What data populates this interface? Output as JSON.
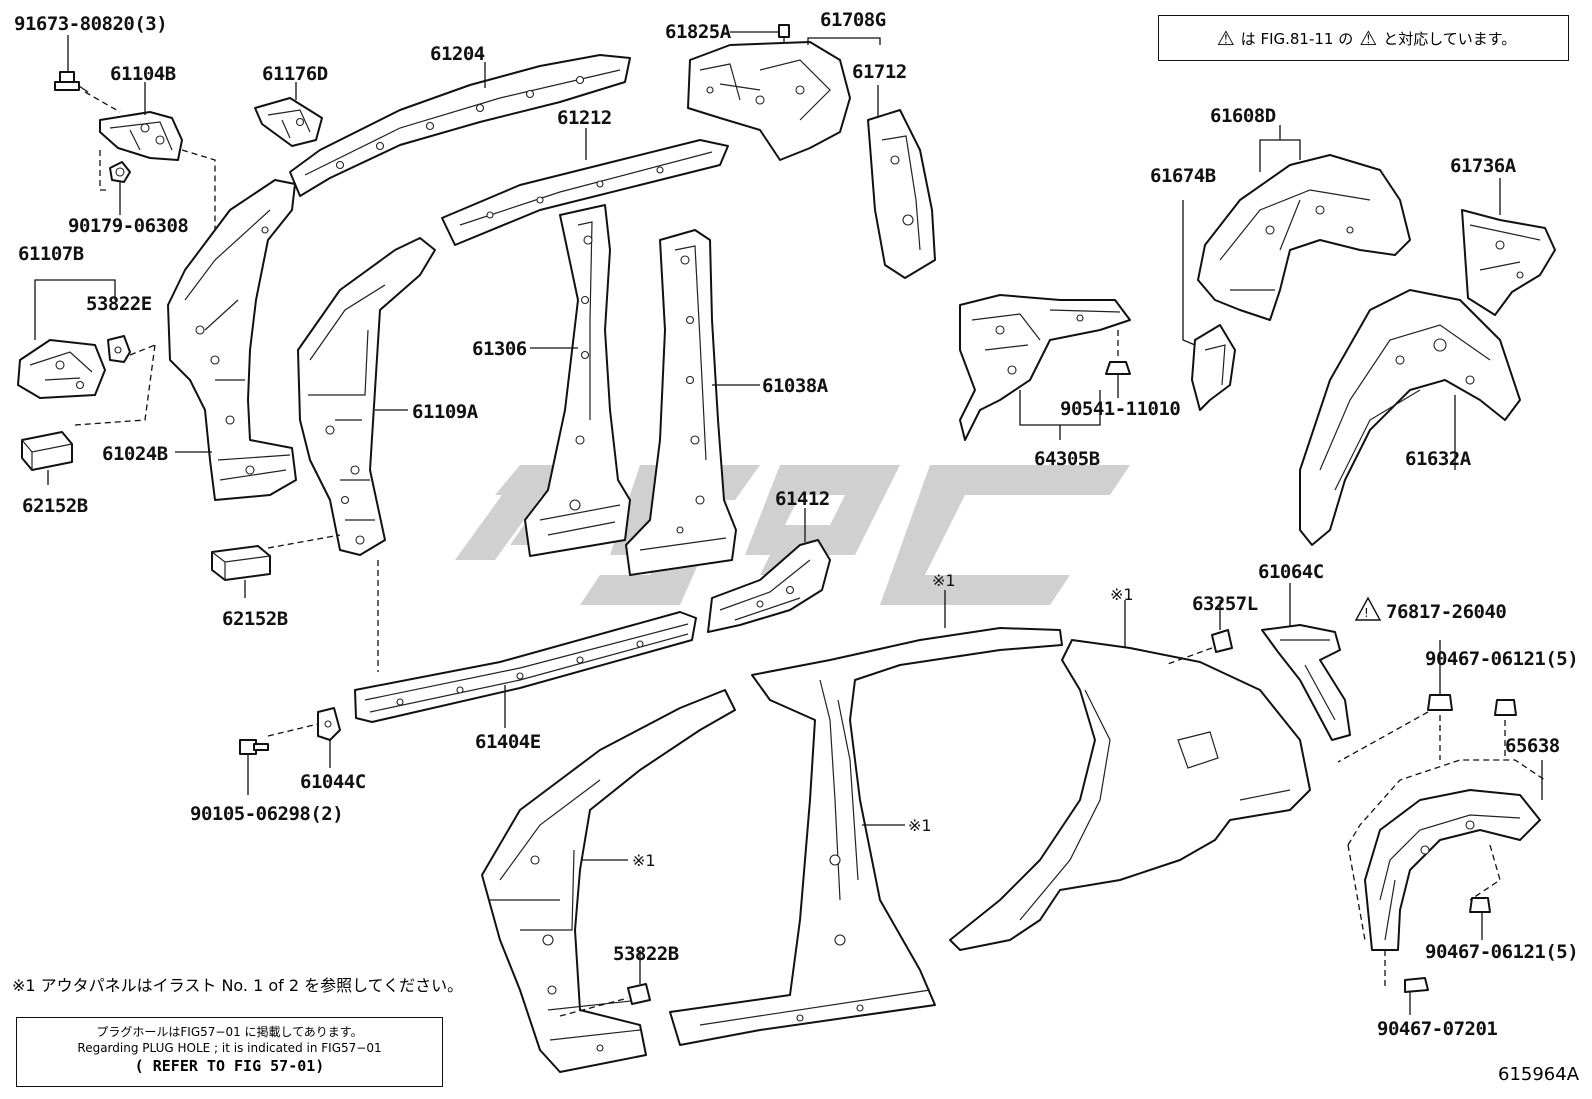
{
  "labels": [
    {
      "id": "91673-80820",
      "text": "91673-80820(3)"
    },
    {
      "id": "61104B",
      "text": "61104B"
    },
    {
      "id": "61176D",
      "text": "61176D"
    },
    {
      "id": "61204",
      "text": "61204"
    },
    {
      "id": "61825A",
      "text": "61825A"
    },
    {
      "id": "61708G",
      "text": "61708G"
    },
    {
      "id": "61712",
      "text": "61712"
    },
    {
      "id": "61212",
      "text": "61212"
    },
    {
      "id": "90179-06308",
      "text": "90179-06308"
    },
    {
      "id": "61107B",
      "text": "61107B"
    },
    {
      "id": "53822E",
      "text": "53822E"
    },
    {
      "id": "61306",
      "text": "61306"
    },
    {
      "id": "61109A",
      "text": "61109A"
    },
    {
      "id": "61038A",
      "text": "61038A"
    },
    {
      "id": "61024B",
      "text": "61024B"
    },
    {
      "id": "62152B-1",
      "text": "62152B"
    },
    {
      "id": "62152B-2",
      "text": "62152B"
    },
    {
      "id": "61412",
      "text": "61412"
    },
    {
      "id": "61608D",
      "text": "61608D"
    },
    {
      "id": "61674B",
      "text": "61674B"
    },
    {
      "id": "61736A",
      "text": "61736A"
    },
    {
      "id": "90541-11010",
      "text": "90541-11010"
    },
    {
      "id": "64305B",
      "text": "64305B"
    },
    {
      "id": "61632A",
      "text": "61632A"
    },
    {
      "id": "61064C",
      "text": "61064C"
    },
    {
      "id": "63257L",
      "text": "63257L"
    },
    {
      "id": "76817-26040",
      "text": "76817-26040"
    },
    {
      "id": "90467-06121-a",
      "text": "90467-06121(5)"
    },
    {
      "id": "65638",
      "text": "65638"
    },
    {
      "id": "90467-06121-b",
      "text": "90467-06121(5)"
    },
    {
      "id": "90467-07201",
      "text": "90467-07201"
    },
    {
      "id": "61404E",
      "text": "61404E"
    },
    {
      "id": "61044C",
      "text": "61044C"
    },
    {
      "id": "90105-06298",
      "text": "90105-06298(2)"
    },
    {
      "id": "53822B",
      "text": "53822B"
    }
  ],
  "ref_marks": {
    "mark1": "※1",
    "mark2": "※1",
    "mark3": "※1",
    "mark4": "※1"
  },
  "top_note": {
    "part1": "は FIG.81-11 の",
    "part2": "と対応しています。"
  },
  "foot_note": "※1 アウタパネルはイラスト No. 1 of 2 を参照してください。",
  "plug_note": {
    "line1": "プラグホールはFIG57−01 に掲載してあります。",
    "line2": "Regarding  PLUG HOLE ; it is indicated in FIG57−01",
    "line3": "( REFER TO FIG 57-01)"
  },
  "figure_id": "615964A",
  "watermark_color": "#c8c8c8",
  "warning_icon": "warning-triangle-icon"
}
